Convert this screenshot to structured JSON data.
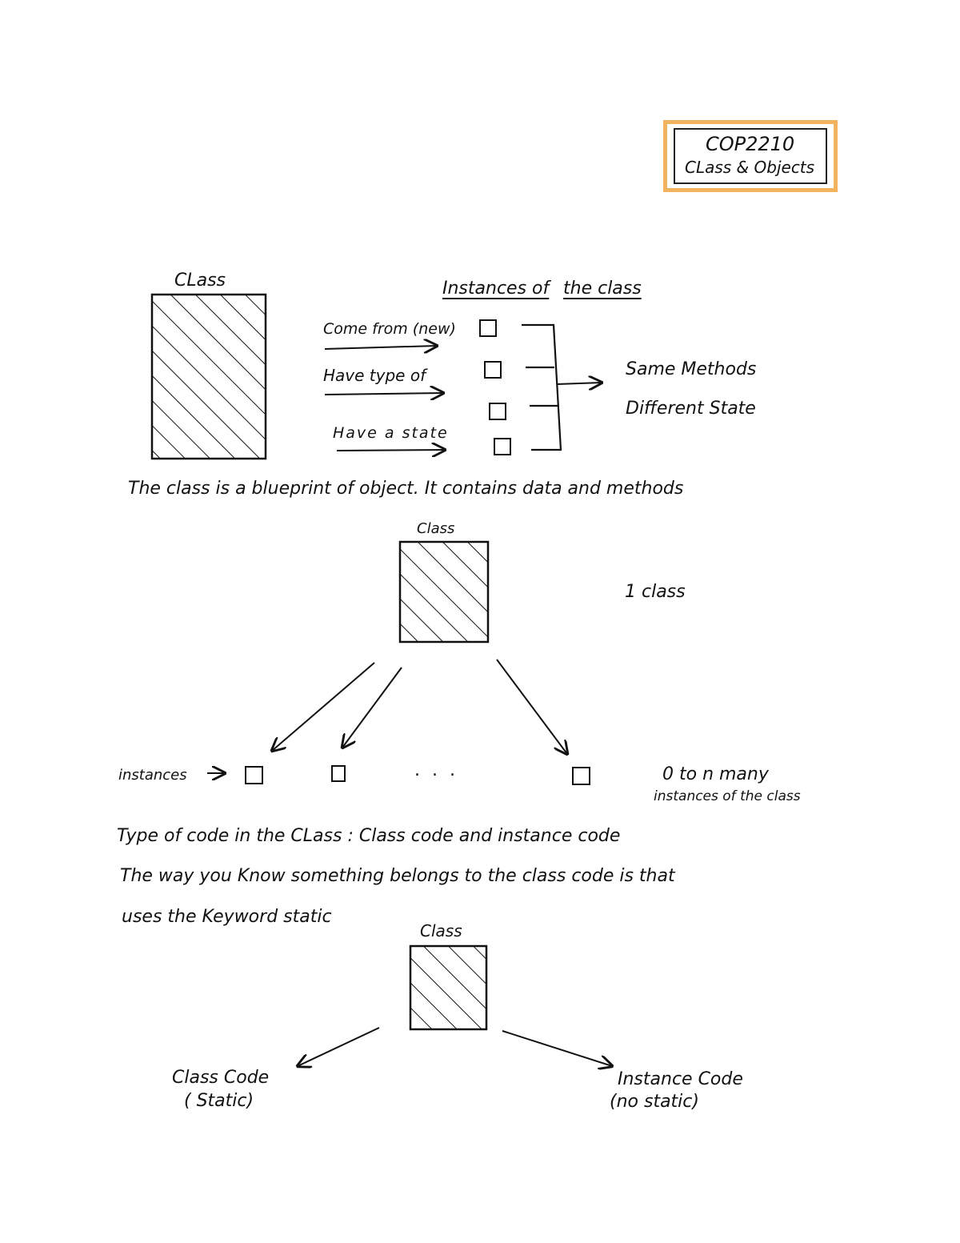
{
  "title_box": {
    "line1": "COP2210",
    "line2": "CLass & Objects"
  },
  "section1": {
    "class_label": "CLass",
    "instances_heading_a": "Instances of",
    "instances_heading_b": "the class",
    "arrow_labels": [
      "Come from (new)",
      "Have type of",
      "Have a state"
    ],
    "result_line1": "Same   Methods",
    "result_line2": "Different   State",
    "caption": "The  class  is  a  blueprint  of  object.  It  contains  data  and  methods"
  },
  "section2": {
    "class_label": "Class",
    "count_label": "1  class",
    "instances_label": "instances",
    "ellipsis": ". . .",
    "range_line1": "0  to  n  many",
    "range_line2": "instances  of the  class"
  },
  "section3": {
    "line1": "Type  of  code  in the  CLass :  Class  code  and  instance  code",
    "line2": "The  way  you  Know  something  belongs  to  the  class  code  is  that",
    "line3": "uses  the  Keyword  static",
    "class_label": "Class",
    "left_label_1": "Class  Code",
    "left_label_2": "( Static)",
    "right_label_1": "Instance  Code",
    "right_label_2": "(no  static)"
  },
  "colors": {
    "ink": "#111111",
    "title_border": "#f2b35e"
  }
}
